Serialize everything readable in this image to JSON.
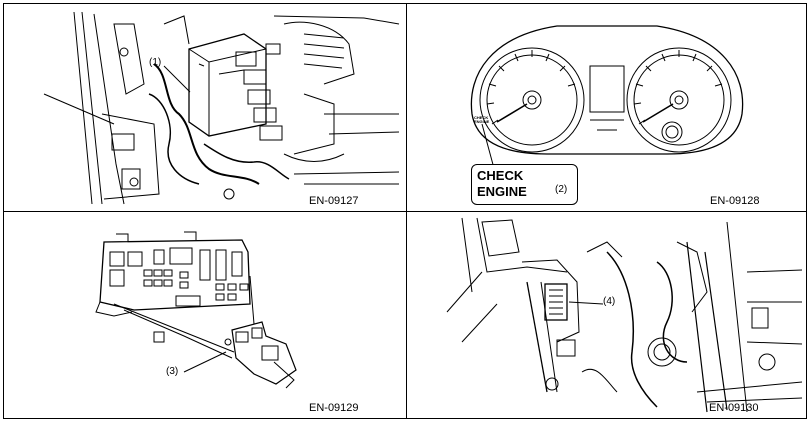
{
  "panels": [
    {
      "code": "EN-09127",
      "callout": "(1)"
    },
    {
      "code": "EN-09128",
      "callout": "(2)",
      "warning_lamp": {
        "line1": "CHECK",
        "line2": "ENGINE"
      }
    },
    {
      "code": "EN-09129",
      "callout": "(3)"
    },
    {
      "code": "EN-09130",
      "callout": "(4)"
    }
  ]
}
